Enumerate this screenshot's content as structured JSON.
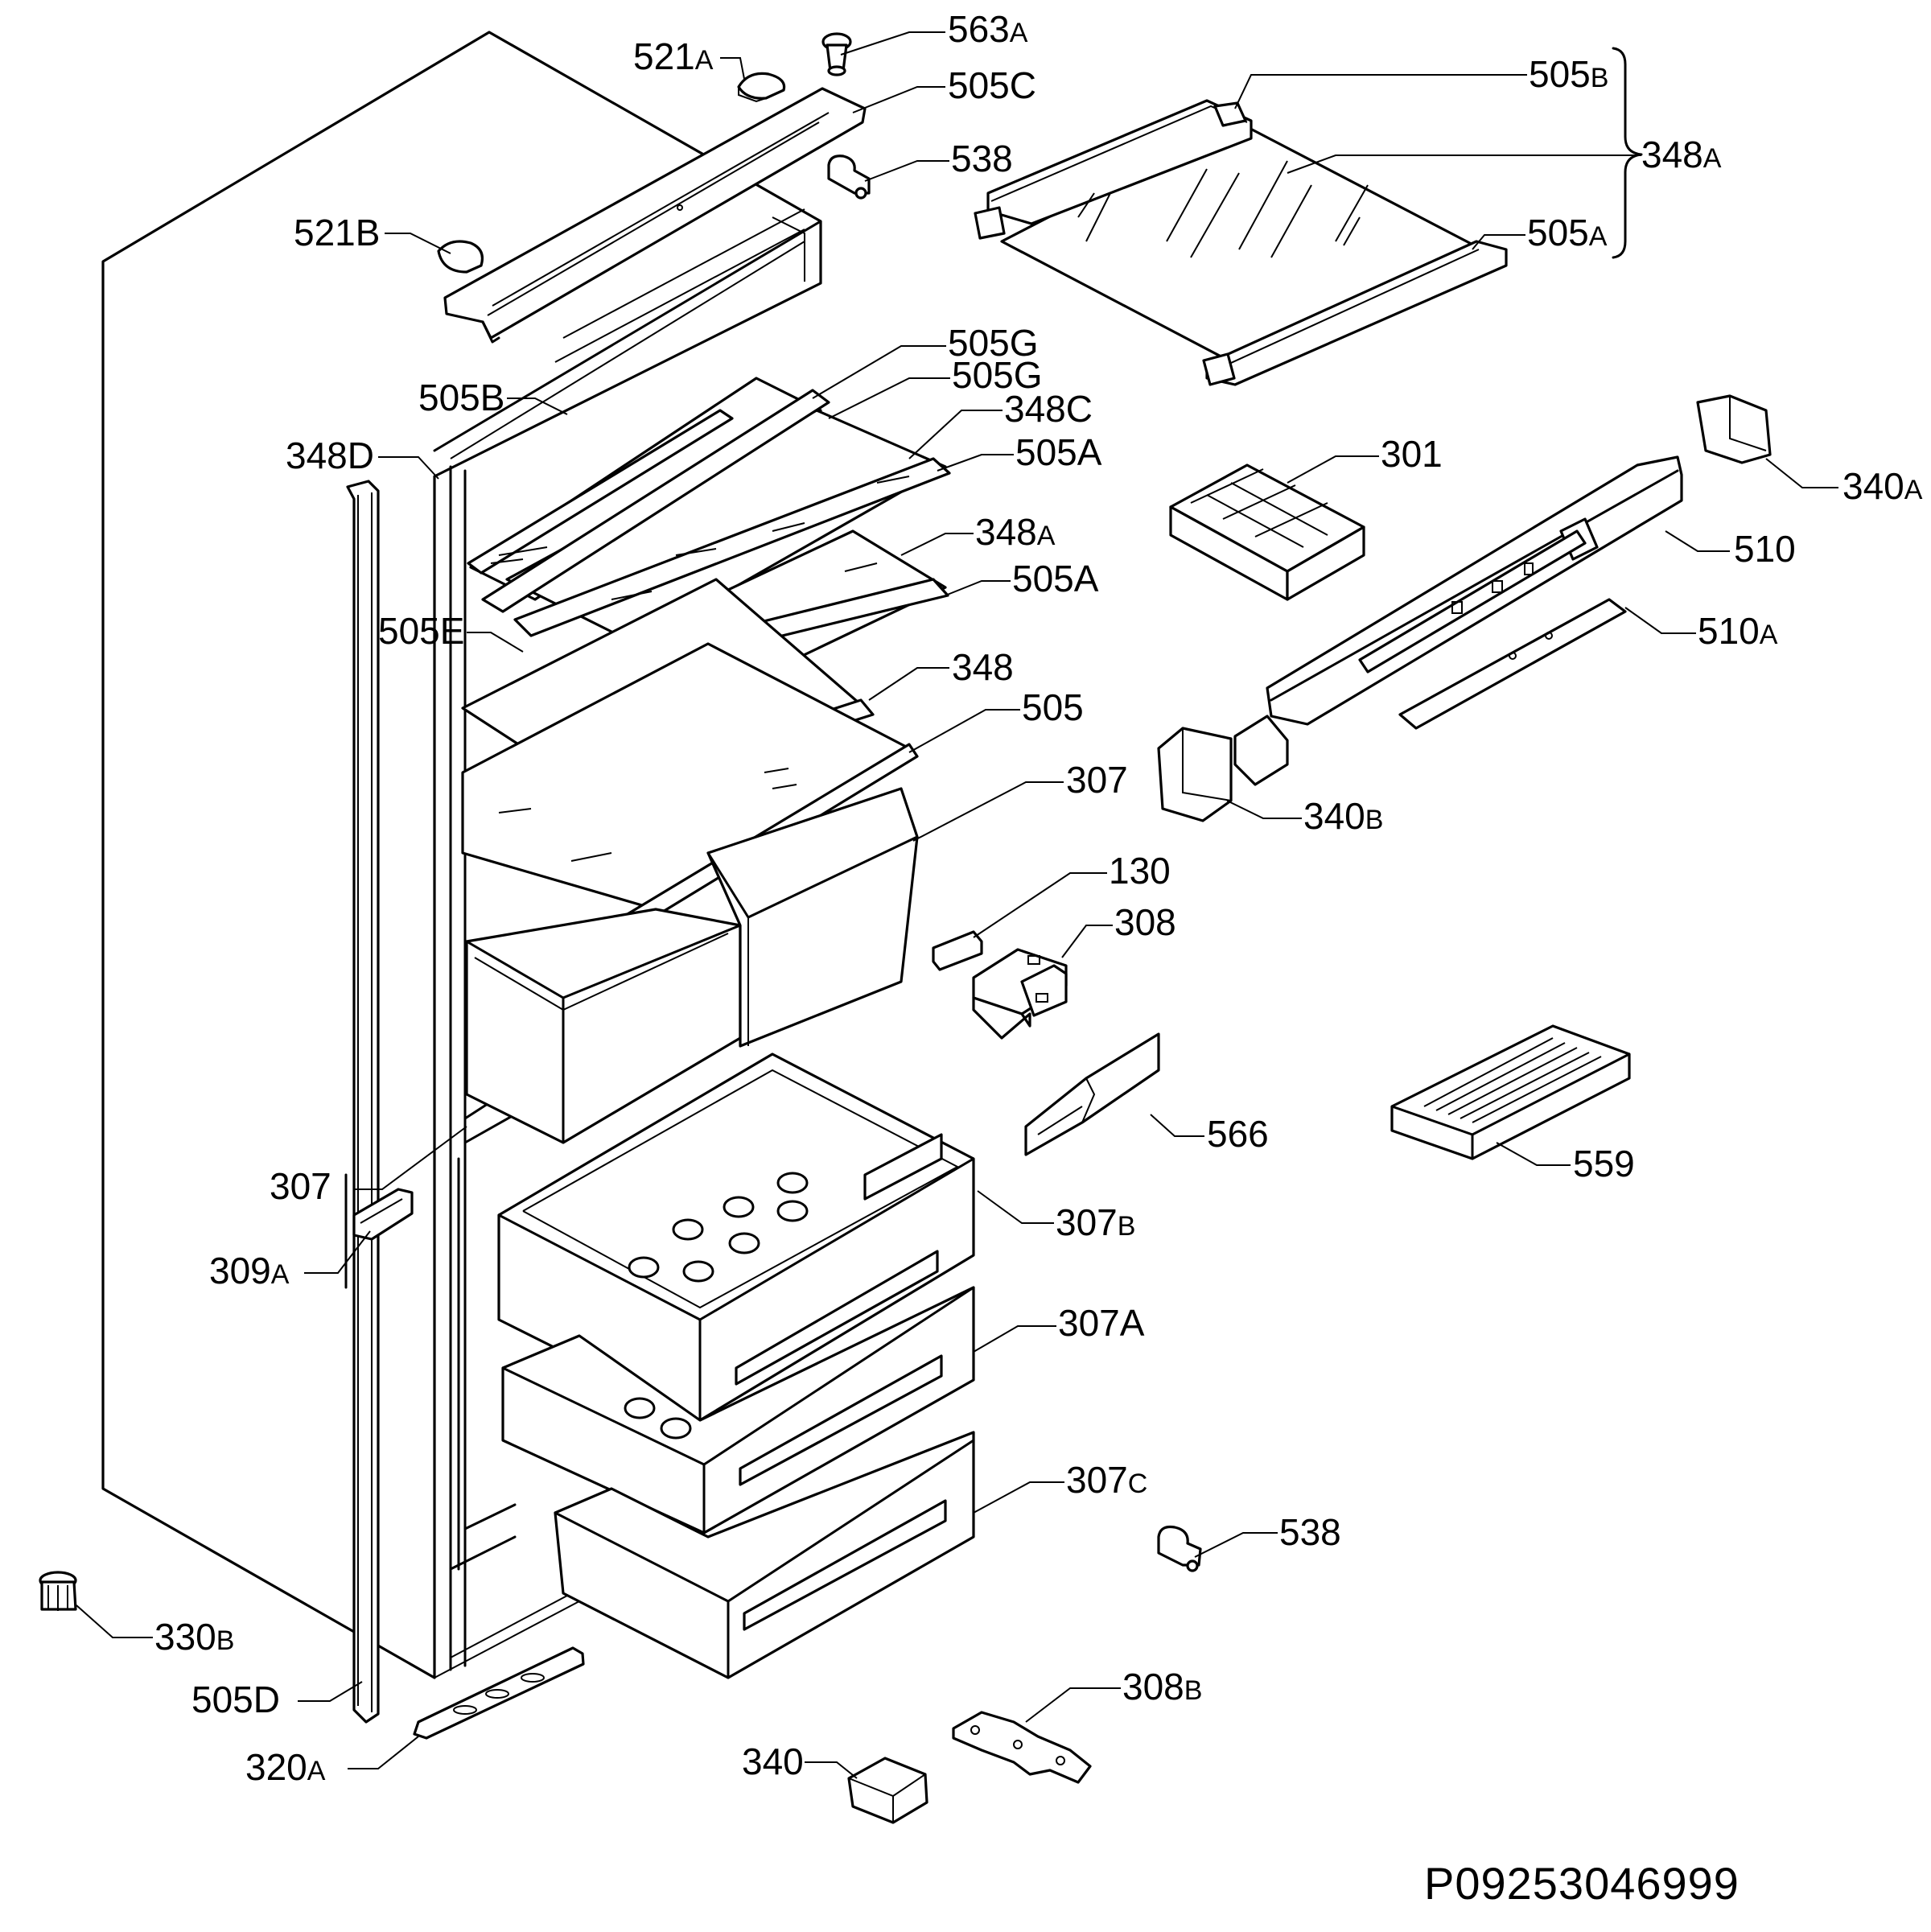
{
  "drawing_code": "P09253046999",
  "callouts": [
    {
      "id": "563A",
      "num": "563",
      "sfx": "A"
    },
    {
      "id": "521A",
      "num": "521",
      "sfx": "A"
    },
    {
      "id": "505C",
      "num": "505C",
      "sfx": ""
    },
    {
      "id": "538a",
      "num": "538",
      "sfx": ""
    },
    {
      "id": "521B",
      "num": "521B",
      "sfx": ""
    },
    {
      "id": "505Bt",
      "num": "505",
      "sfx": "B"
    },
    {
      "id": "348At",
      "num": "348",
      "sfx": "A"
    },
    {
      "id": "505At",
      "num": "505",
      "sfx": "A"
    },
    {
      "id": "505G1",
      "num": "505G",
      "sfx": ""
    },
    {
      "id": "505G2",
      "num": "505G",
      "sfx": ""
    },
    {
      "id": "505B",
      "num": "505B",
      "sfx": ""
    },
    {
      "id": "348C",
      "num": "348C",
      "sfx": ""
    },
    {
      "id": "348D",
      "num": "348D",
      "sfx": ""
    },
    {
      "id": "505A1",
      "num": "505A",
      "sfx": ""
    },
    {
      "id": "301",
      "num": "301",
      "sfx": ""
    },
    {
      "id": "340A",
      "num": "340",
      "sfx": "A"
    },
    {
      "id": "348A",
      "num": "348",
      "sfx": "A"
    },
    {
      "id": "510",
      "num": "510",
      "sfx": ""
    },
    {
      "id": "505A2",
      "num": "505A",
      "sfx": ""
    },
    {
      "id": "510A",
      "num": "510",
      "sfx": "A"
    },
    {
      "id": "505E",
      "num": "505E",
      "sfx": ""
    },
    {
      "id": "348",
      "num": "348",
      "sfx": ""
    },
    {
      "id": "505",
      "num": "505",
      "sfx": ""
    },
    {
      "id": "307a",
      "num": "307",
      "sfx": ""
    },
    {
      "id": "340B",
      "num": "340",
      "sfx": "B"
    },
    {
      "id": "130",
      "num": "130",
      "sfx": ""
    },
    {
      "id": "308",
      "num": "308",
      "sfx": ""
    },
    {
      "id": "566",
      "num": "566",
      "sfx": ""
    },
    {
      "id": "559",
      "num": "559",
      "sfx": ""
    },
    {
      "id": "307b",
      "num": "307",
      "sfx": ""
    },
    {
      "id": "307B",
      "num": "307",
      "sfx": "B"
    },
    {
      "id": "309A",
      "num": "309",
      "sfx": "A"
    },
    {
      "id": "307A",
      "num": "307A",
      "sfx": ""
    },
    {
      "id": "307C",
      "num": "307",
      "sfx": "C"
    },
    {
      "id": "538b",
      "num": "538",
      "sfx": ""
    },
    {
      "id": "330B",
      "num": "330",
      "sfx": "B"
    },
    {
      "id": "505D",
      "num": "505D",
      "sfx": ""
    },
    {
      "id": "308B",
      "num": "308",
      "sfx": "B"
    },
    {
      "id": "340",
      "num": "340",
      "sfx": ""
    },
    {
      "id": "320A",
      "num": "320",
      "sfx": "A"
    }
  ]
}
